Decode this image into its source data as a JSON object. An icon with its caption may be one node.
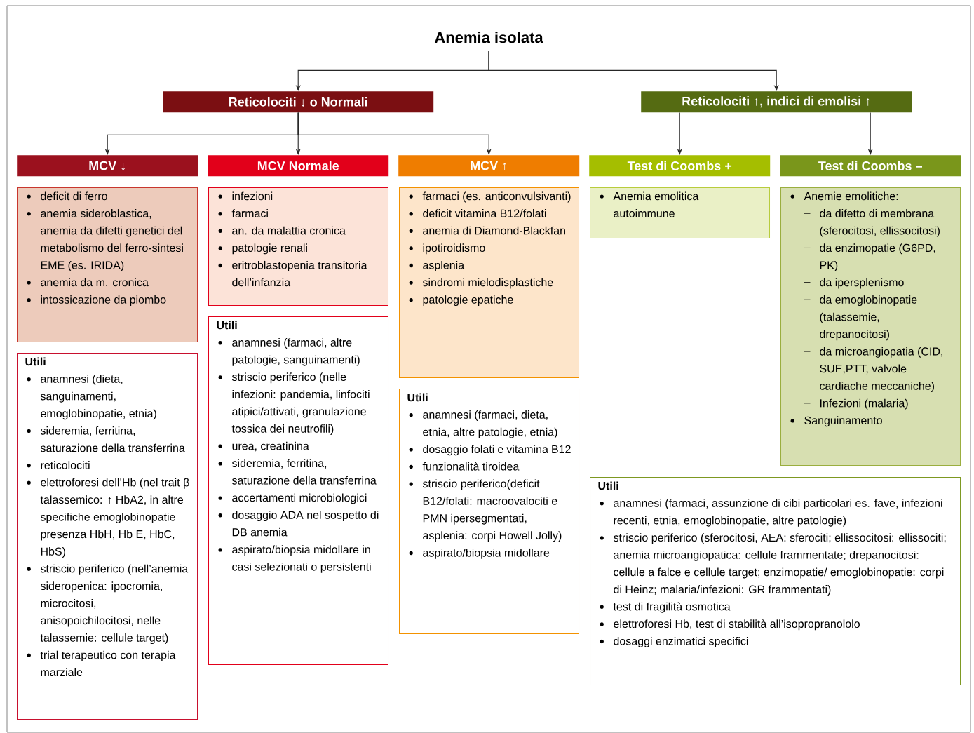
{
  "diagram": {
    "nodes": [
      {
        "text": [
          "Anemia isolata"
        ]
      },
      {
        "text": [
          "Reticolociti ↓ o Normali"
        ]
      },
      {
        "text": [
          "Reticolociti ↑, indici di emolisi ↑"
        ]
      },
      {
        "text": [
          "MCV ↓"
        ]
      },
      {
        "text": [
          "MCV Normale"
        ]
      },
      {
        "text": [
          "MCV ↑"
        ]
      },
      {
        "text": [
          "Test di Coombs +"
        ]
      },
      {
        "text": [
          "Test di Coombs –"
        ]
      },
      {
        "text": [
          "deficit di ferro",
          "anemia sideroblastica, anemia da difetti genetici del metabolismo del ferro-sintesi EME (es. IRIDA)",
          "anemia da m. cronica",
          "intossicazione da piombo"
        ]
      },
      {
        "text": [
          "Utili",
          "anamnesi (dieta, sanguinamenti, emoglobinopatie, etnia)",
          "sideremia, ferritina, saturazione della transferrina",
          "reticolociti",
          "elettroforesi dell’Hb (nel trait β talassemico: ↑ HbA2, in altre specifiche emoglobinopatie presenza HbH, Hb E, HbC, HbS)",
          "striscio periferico (nell’anemia sideropenica: ipocromia, microcitosi, anisopoichilocitosi, nelle talassemie: cellule target)",
          "trial terapeutico con terapia marziale"
        ]
      },
      {
        "text": [
          "infezioni",
          "farmaci",
          "an. da malattia cronica",
          "patologie renali",
          "eritroblastopenia transitoria dell’infanzia"
        ]
      },
      {
        "text": [
          "Utili",
          "anamnesi (farmaci, altre patologie, sanguinamenti)",
          "striscio periferico (nelle infezioni: pandemia, linfociti atipici/attivati, granulazione tossica dei neutrofili)",
          "urea, creatinina",
          "sideremia, ferritina, saturazione della transferrina",
          "accertamenti microbiologici",
          "dosaggio ADA nel sospetto di DB anemia",
          "aspirato/biopsia midollare in casi selezionati o persistenti"
        ]
      },
      {
        "text": [
          "farmaci (es. anticonvulsivanti)",
          "deficit vitamina B12/folati",
          "anemia di Diamond-Blackfan",
          "ipotiroidismo",
          "asplenia",
          "sindromi mielodisplastiche",
          "patologie epatiche"
        ]
      },
      {
        "text": [
          "Utili",
          "anamnesi (farmaci, dieta, etnia, altre patologie, etnia)",
          "dosaggio folati e vitamina B12",
          "funzionalità tiroidea",
          "striscio periferico(deficit B12/folati: macroovalociti e PMN ipersegmentati, asplenia: corpi Howell Jolly)",
          "aspirato/biopsia midollare"
        ]
      },
      {
        "text": [
          "Anemia emolitica autoimmune"
        ]
      },
      {
        "text": [
          "Anemie emolitiche:",
          "da difetto di membrana (sferocitosi, ellissocitosi)",
          "da enzimopatie (G6PD, PK)",
          "da ipersplenismo",
          "da emoglobinopatie (talassemie, drepanocitosi)",
          "da microangiopatia (CID, SUE,PTT, valvole cardiache meccaniche)",
          "Infezioni (malaria)",
          "Sanguinamento"
        ]
      },
      {
        "text": [
          "Utili",
          "anamnesi (farmaci, assunzione di cibi particolari es. fave, infezioni recenti, etnia, emoglobinopatie, altre patologie)",
          "striscio periferico (sferocitosi, AEA: sferociti; ellissocitosi: ellissociti; anemia microangiopatica: cellule frammentate; drepanocitosi: cellule a falce e cellule target; enzimopatie/ emoglobinopatie: corpi di Heinz; malaria/infezioni: GR frammentati)",
          "test di fragilità osmotica",
          "elettroforesi Hb, test di stabilità all’isopropranololo",
          "dosaggi enzimatici specifici"
        ]
      }
    ],
    "edges": [
      {
        "from": 0,
        "to": 1,
        "arrow": "to"
      },
      {
        "from": 0,
        "to": 2,
        "arrow": "to"
      },
      {
        "from": 1,
        "to": 3,
        "arrow": "to"
      },
      {
        "from": 1,
        "to": 4,
        "arrow": "to"
      },
      {
        "from": 1,
        "to": 5,
        "arrow": "to"
      },
      {
        "from": 2,
        "to": 6,
        "arrow": "to"
      },
      {
        "from": 2,
        "to": 7,
        "arrow": "to"
      }
    ]
  }
}
